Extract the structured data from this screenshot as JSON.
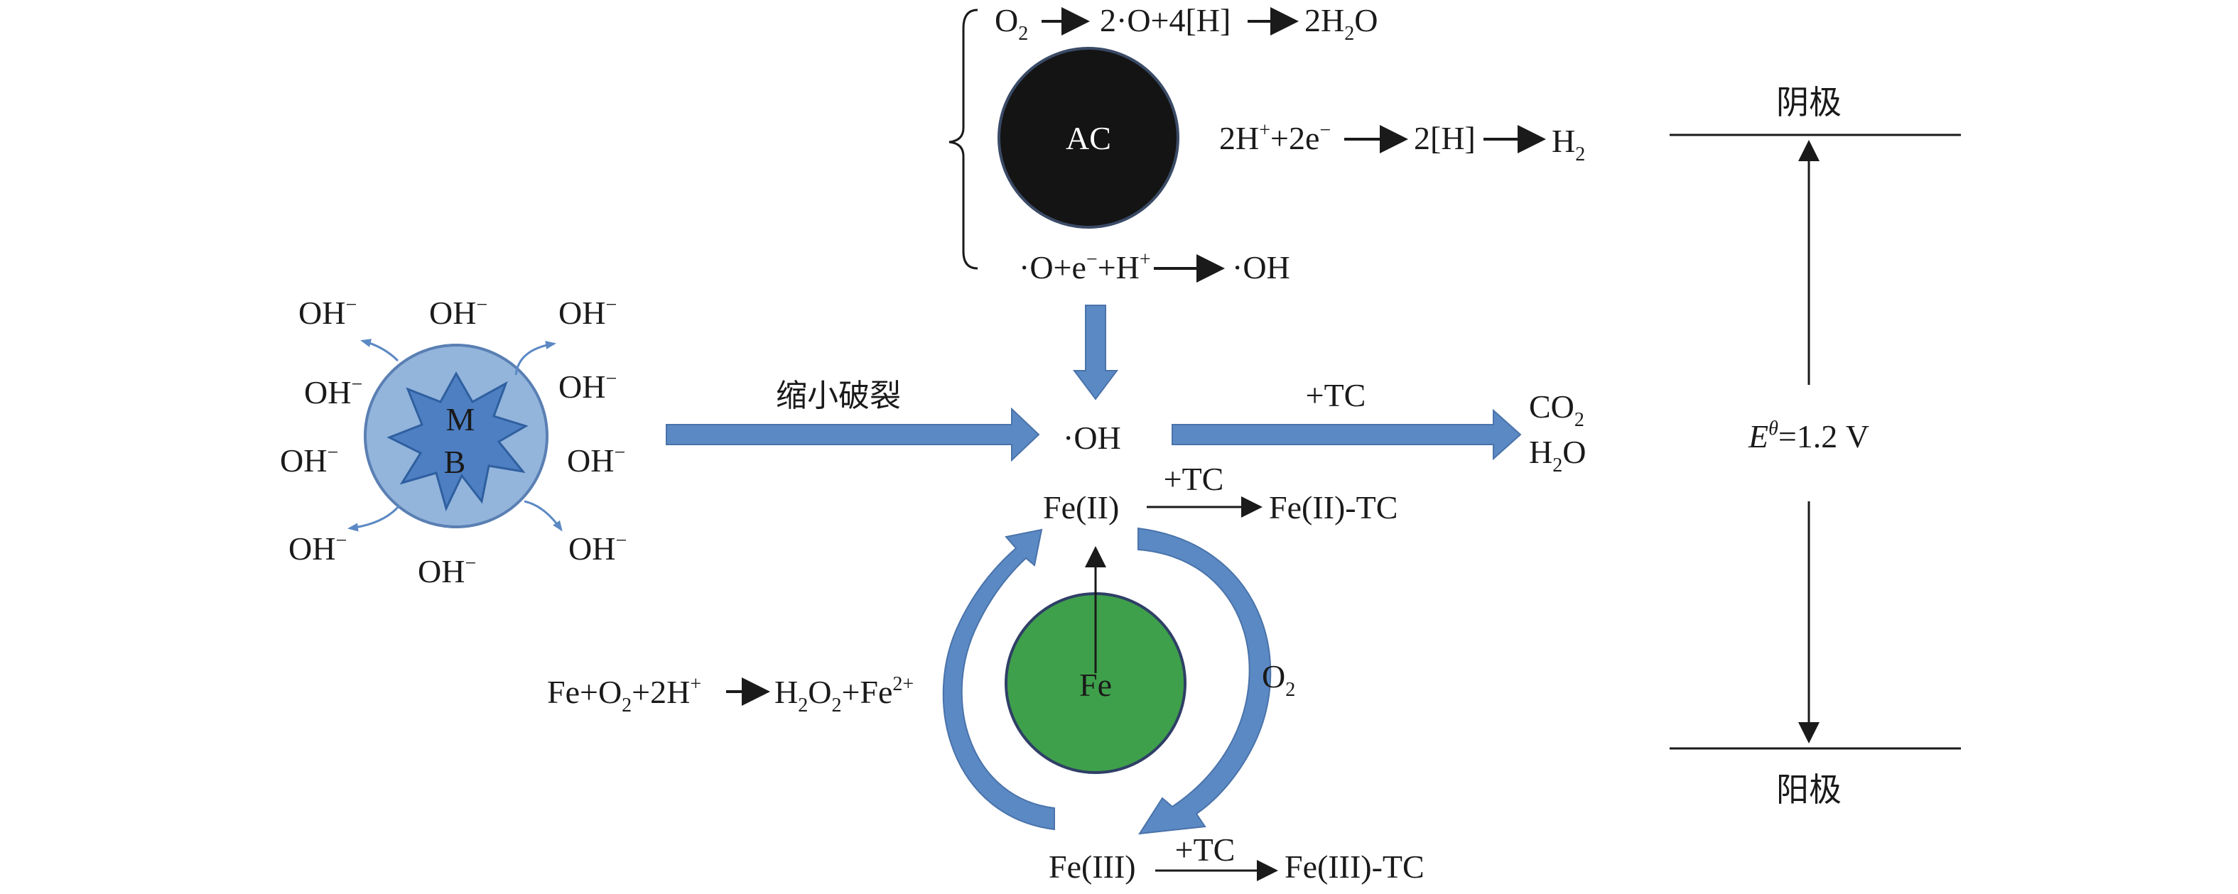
{
  "colors": {
    "blue": "#5b89c4",
    "blue_dark": "#4a73aa",
    "mb_fill": "#93b5dc",
    "mb_star": "#4d7fc2",
    "ac_fill": "#141414",
    "fe_fill": "#3fa04b",
    "ink": "#1a1a1a"
  },
  "ac": {
    "label": "AC",
    "r1_a": "O",
    "r1_a_sub": "2",
    "r1_b": "2·O+4[H]",
    "r1_c": "2H",
    "r1_c_sub": "2",
    "r1_d": "O",
    "r2_a": "2H",
    "r2_a_sup": "+",
    "r2_b": "+2e",
    "r2_b_sup": "−",
    "r2_c": "2[H]",
    "r2_d": "H",
    "r2_d_sub": "2",
    "r3_a": "·O+e",
    "r3_a_sup": "−",
    "r3_b": "+H",
    "r3_b_sup": "+",
    "r3_c": "·OH"
  },
  "mb": {
    "label_m": "M",
    "label_b": "B",
    "ions": [
      "OH",
      "OH",
      "OH",
      "OH",
      "OH",
      "OH",
      "OH",
      "OH",
      "OH",
      "OH"
    ],
    "ion_sup": "−"
  },
  "center": {
    "shrink_label": "缩小破裂",
    "oh": "·OH",
    "tc": "+TC",
    "co2": "CO",
    "co2_sub": "2",
    "h2o_a": "H",
    "h2o_sub": "2",
    "h2o_b": "O"
  },
  "fe": {
    "label": "Fe",
    "fe2": "Fe(II)",
    "fe2_tc_label": "+TC",
    "fe2_tc": "Fe(II)-TC",
    "fe3": "Fe(III)",
    "fe3_tc_label": "+TC",
    "fe3_tc": "Fe(III)-TC",
    "o2": "O",
    "o2_sub": "2",
    "eq_a": "Fe+O",
    "eq_a_sub": "2",
    "eq_b": "+2H",
    "eq_b_sup": "+",
    "eq_c": "H",
    "eq_c_sub": "2",
    "eq_d": "O",
    "eq_d_sub": "2",
    "eq_e": "+Fe",
    "eq_e_sup": "2+"
  },
  "electrode": {
    "cathode": "阴极",
    "anode": "阳极",
    "potential_e": "E",
    "potential_sup": "θ",
    "potential_val": "=1.2 V"
  }
}
